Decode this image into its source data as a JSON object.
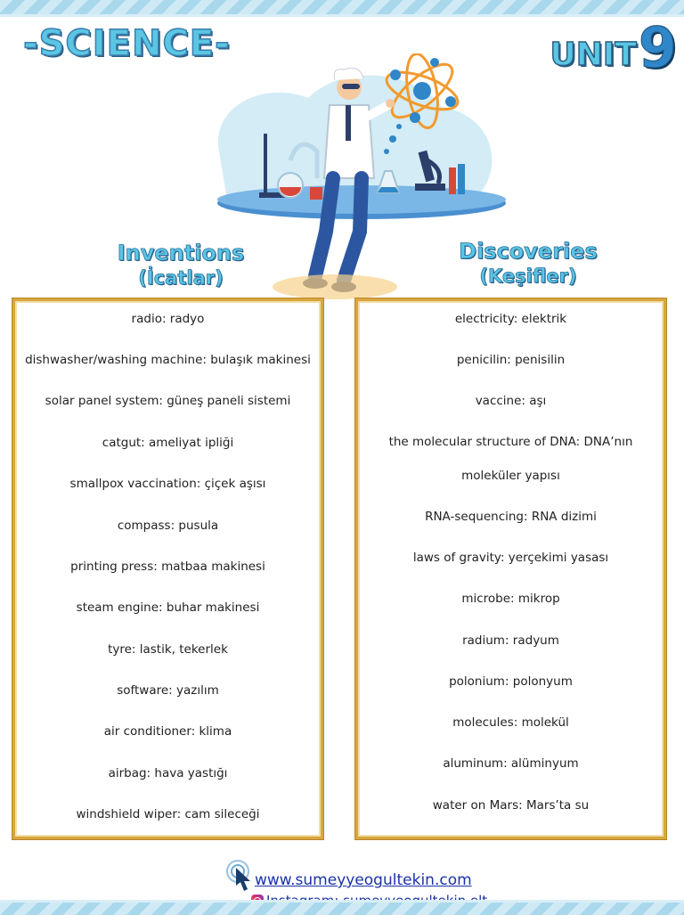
{
  "header": {
    "title": "-SCIENCE-",
    "unit_label": "UNIT",
    "unit_number": "9"
  },
  "inventions": {
    "heading": "Inventions",
    "subheading": "(İcatlar)",
    "items": [
      "radio: radyo",
      "dishwasher/washing machine: bulaşık makinesi",
      "solar panel system: güneş paneli sistemi",
      "catgut: ameliyat ipliği",
      "smallpox vaccination: çiçek aşısı",
      "compass: pusula",
      "printing press: matbaa makinesi",
      "steam engine: buhar makinesi",
      "tyre: lastik, tekerlek",
      "software: yazılım",
      "air conditioner: klima",
      "airbag: hava yastığı",
      "windshield wiper: cam sileceği"
    ]
  },
  "discoveries": {
    "heading": "Discoveries",
    "subheading": "(Keşifler)",
    "items": [
      "electricity: elektrik",
      "penicilin: penisilin",
      "vaccine: aşı",
      "the molecular structure of DNA: DNA’nın",
      "moleküler yapısı",
      "RNA-sequencing: RNA dizimi",
      "laws of gravity: yerçekimi yasası",
      "microbe: mikrop",
      "radium: radyum",
      "polonium: polonyum",
      "molecules: molekül",
      "aluminum: alüminyum",
      "water on Mars: Mars’ta su"
    ]
  },
  "footer": {
    "website": "www.sumeyyeogultekin.com",
    "instagram": "Instagram: sumeyyeogultekin.elt"
  },
  "colors": {
    "title_blue": "#5bc6e3",
    "unit_blue": "#2f86c8",
    "box_border_gold": "#d9a640",
    "link_blue": "#1a33a8"
  },
  "icons": [
    "scientist-illustration",
    "atom-icon",
    "microscope-icon",
    "cursor-click-icon",
    "instagram-icon"
  ]
}
